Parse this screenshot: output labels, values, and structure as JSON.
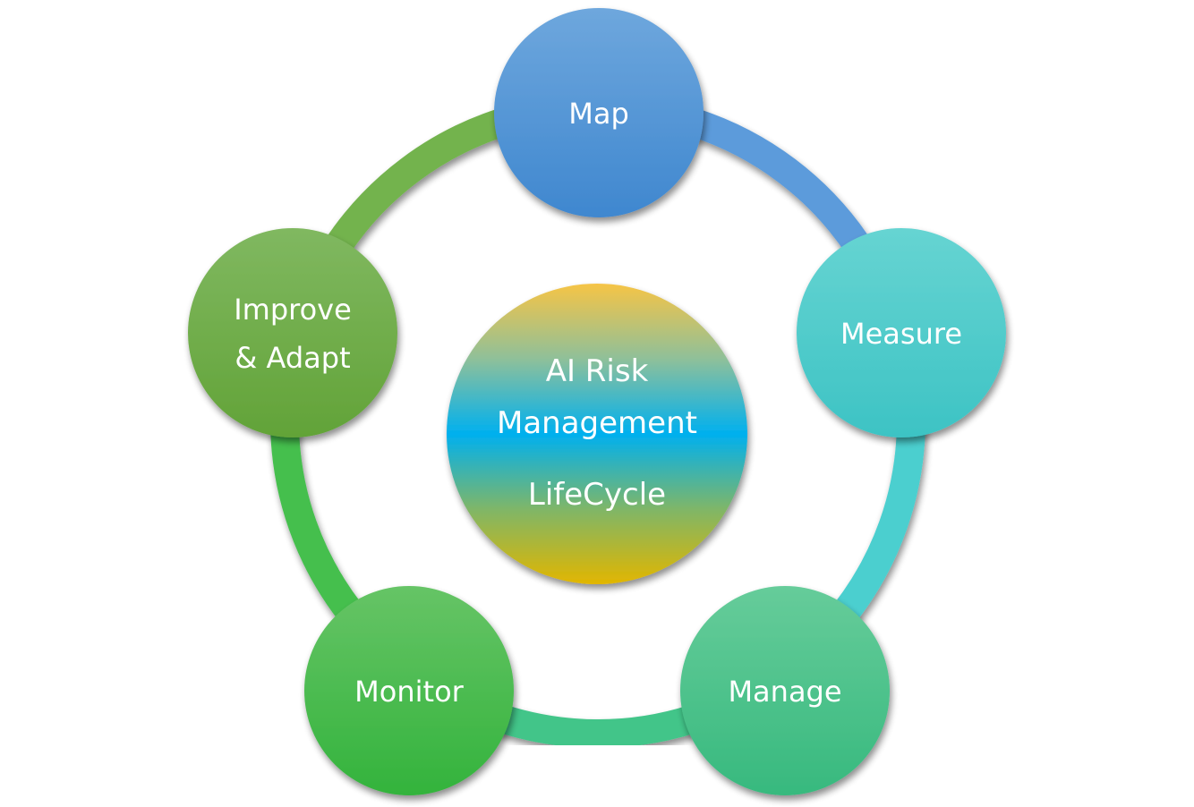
{
  "title": "AI Risk Management LifeCycle",
  "center": {
    "lines": [
      "AI Risk",
      "Management",
      "LifeCycle"
    ],
    "gradient": [
      "#f4c245",
      "#00b0f0",
      "#e0b800"
    ]
  },
  "stages": [
    {
      "id": "map",
      "lines": [
        "Map"
      ],
      "color_top": "#6ea7dd",
      "color_bottom": "#3f87cf",
      "arc_color": "#5b9bdb"
    },
    {
      "id": "measure",
      "lines": [
        "Measure"
      ],
      "color_top": "#66d4d2",
      "color_bottom": "#3dc3c4",
      "arc_color": "#4bcfcf"
    },
    {
      "id": "manage",
      "lines": [
        "Manage"
      ],
      "color_top": "#66cc9a",
      "color_bottom": "#37b97e",
      "arc_color": "#42c589"
    },
    {
      "id": "monitor",
      "lines": [
        "Monitor"
      ],
      "color_top": "#66c466",
      "color_bottom": "#33b33c",
      "arc_color": "#44bf4e"
    },
    {
      "id": "improve-adapt",
      "lines": [
        "Improve",
        "& Adapt"
      ],
      "color_top": "#80b860",
      "color_bottom": "#62a338",
      "arc_color": "#73b34e"
    }
  ]
}
